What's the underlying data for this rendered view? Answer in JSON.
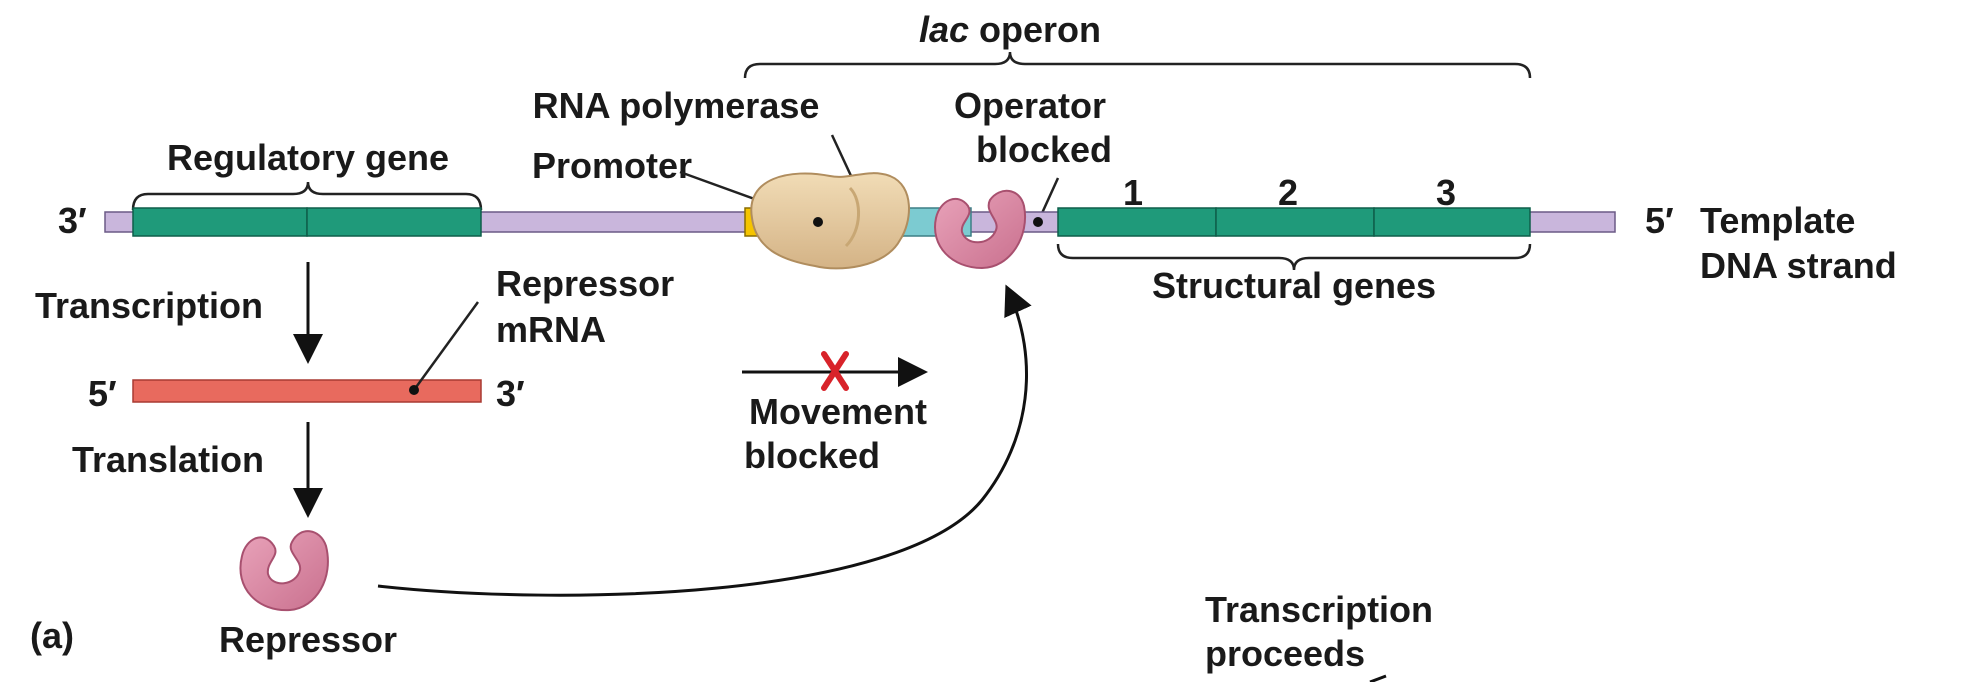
{
  "labels": {
    "lac_italic": "lac",
    "operon": " operon",
    "rna_polymerase": "RNA polymerase",
    "operator_line1": "Operator",
    "operator_line2": "blocked",
    "regulatory_gene": "Regulatory gene",
    "promoter": "Promoter",
    "gene_1": "1",
    "gene_2": "2",
    "gene_3": "3",
    "dna_3prime": "3′",
    "dna_5prime": "5′",
    "template_line1": "Template",
    "template_line2": "DNA strand",
    "structural_genes": "Structural genes",
    "transcription": "Transcription",
    "repressor_line1": "Repressor",
    "repressor_line2": "mRNA",
    "mrna_5prime": "5′",
    "mrna_3prime": "3′",
    "movement_line1": "Movement",
    "movement_line2": "blocked",
    "translation": "Translation",
    "panel": "(a)",
    "repressor": "Repressor",
    "proceeds_line1": "Transcription",
    "proceeds_line2": "proceeds"
  },
  "colors": {
    "dna_backbone": "#c9b6dc",
    "gene_green": "#1f9a7a",
    "promoter_yellow": "#f5c400",
    "operator_cyan": "#7ccbd1",
    "mrna_red": "#e86a5e",
    "repressor_pink": "#d9839e",
    "polymerase_tan": "#e6c79a",
    "block_x": "#d8232a"
  }
}
